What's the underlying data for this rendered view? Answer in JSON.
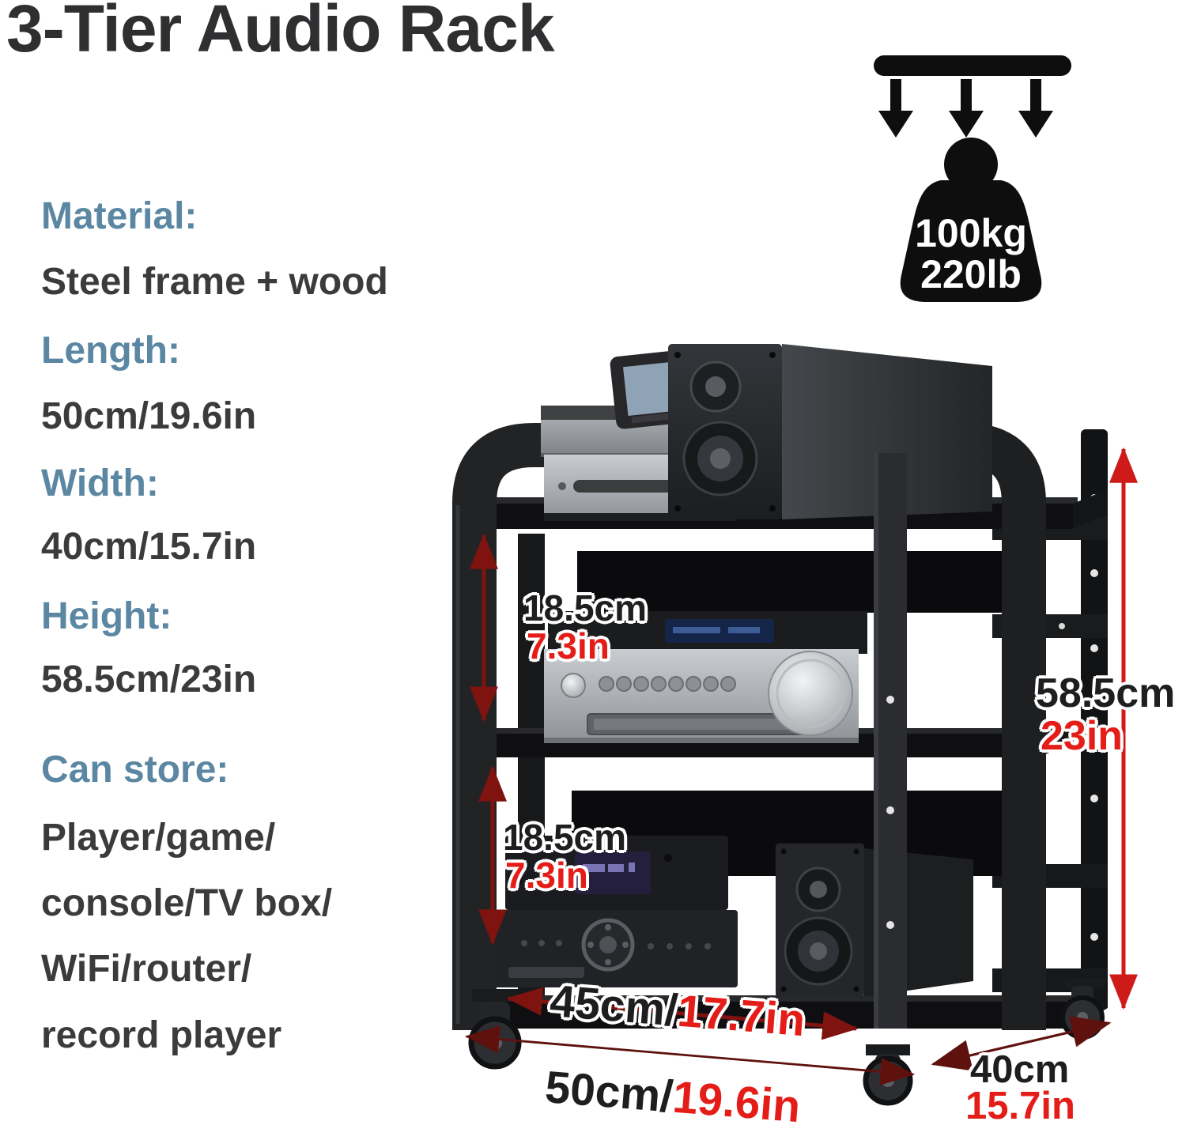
{
  "title": "3-Tier Audio Rack",
  "weight_capacity": {
    "icon": "weight-load-icon",
    "kg": "100kg",
    "lb": "220lb"
  },
  "specs": [
    {
      "label": "Material:",
      "value": "Steel frame + wood"
    },
    {
      "label": "Length:",
      "value": "50cm/19.6in"
    },
    {
      "label": "Width:",
      "value": "40cm/15.7in"
    },
    {
      "label": "Height:",
      "value": "58.5cm/23in"
    }
  ],
  "storage": {
    "label": "Can store:",
    "lines": [
      "Player/game/",
      "console/TV box/",
      "WiFi/router/",
      "record player"
    ]
  },
  "dimensions": {
    "gap_upper_cm": "18.5cm",
    "gap_upper_in": "7.3in",
    "gap_lower_cm": "18.5cm",
    "gap_lower_in": "7.3in",
    "height_cm": "58.5cm",
    "height_in": "23in",
    "inner_width_cm": "45cm/",
    "inner_width_in": "17.7in",
    "width_cm": "50cm/",
    "width_in": "19.6in",
    "depth_cm": "40cm",
    "depth_in": "15.7in"
  },
  "colors": {
    "label_blue": "#5b87a3",
    "text_dark": "#3b3b3d",
    "inch_red": "#e51d18",
    "dim_dark_red": "#7e130f",
    "dim_bright_red": "#cf1a1a"
  }
}
